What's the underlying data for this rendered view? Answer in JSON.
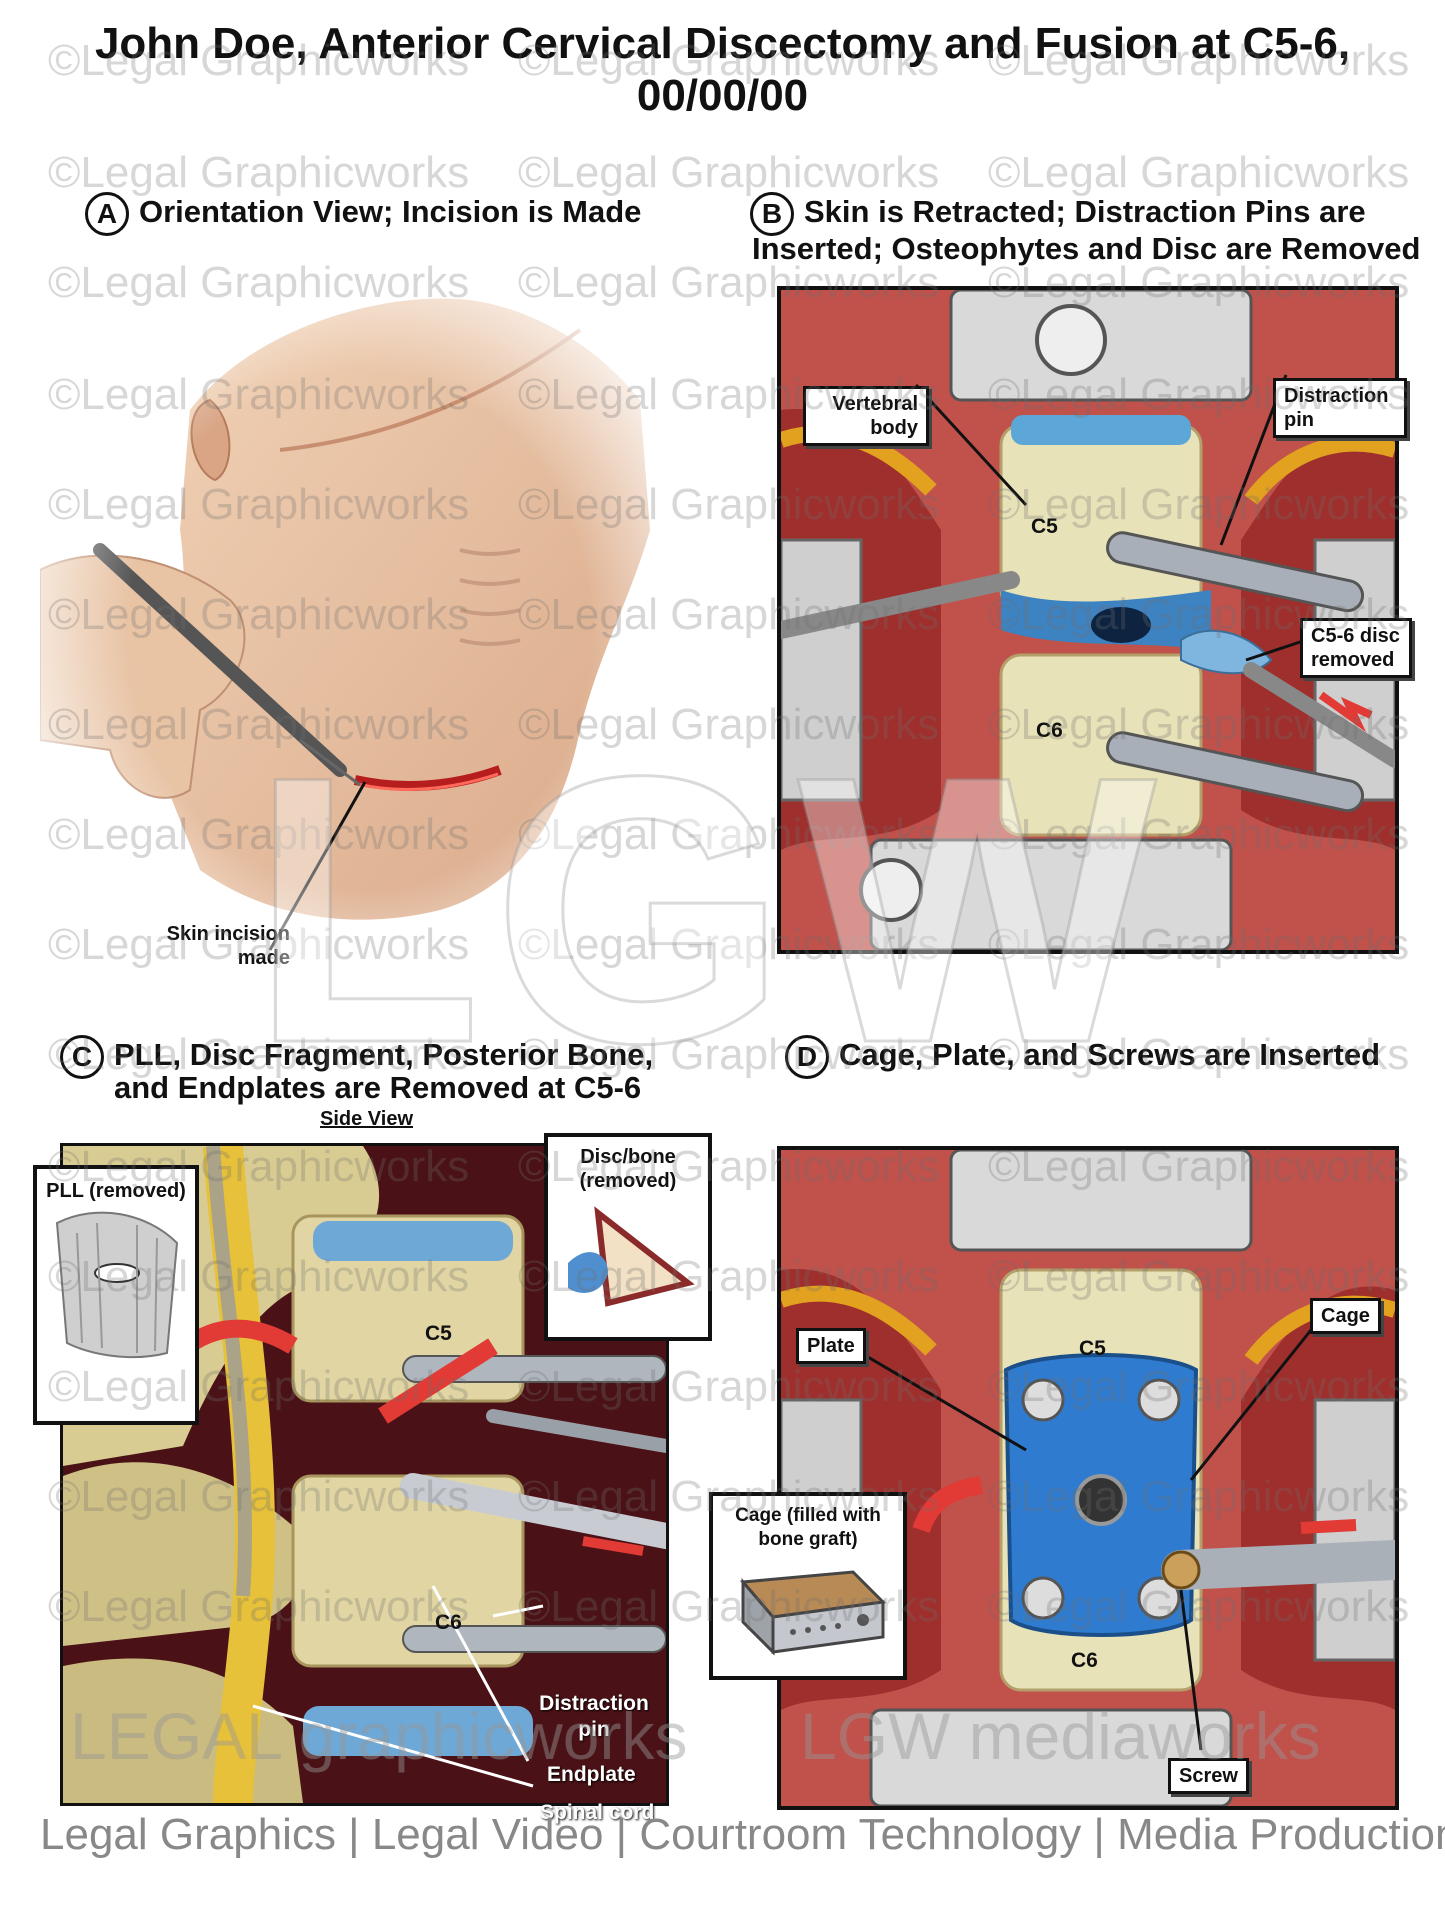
{
  "title": {
    "line1": "John Doe, Anterior Cervical Discectomy and Fusion at C5-6,",
    "line2": "00/00/00"
  },
  "watermark": {
    "text": "©Legal Graphicworks",
    "big": "LGW",
    "logo_left": "LEGAL graphicworks",
    "logo_right": "LGW mediaworks"
  },
  "panels": {
    "a": {
      "letter": "A",
      "title": "Orientation View; Incision is Made",
      "labels": {
        "skin_incision": "Skin incision made"
      }
    },
    "b": {
      "letter": "B",
      "title_line1": "Skin is Retracted; Distraction Pins are",
      "title_line2": "Inserted; Osteophytes and Disc are Removed",
      "labels": {
        "vertebral_body": "Vertebral body",
        "distraction_pin": "Distraction pin",
        "c5": "C5",
        "c6": "C6",
        "disc_removed": "C5-6 disc removed"
      }
    },
    "c": {
      "letter": "C",
      "title_line1": "PLL, Disc Fragment, Posterior Bone,",
      "title_line2": "and Endplates are Removed at C5-6",
      "subtitle": "Side View",
      "labels": {
        "pll_removed": "PLL (removed)",
        "disc_bone_removed": "Disc/bone (removed)",
        "c5": "C5",
        "c6": "C6",
        "distraction_pin": "Distraction pin",
        "endplate": "Endplate",
        "spinal_cord": "Spinal cord"
      }
    },
    "d": {
      "letter": "D",
      "title": "Cage, Plate, and Screws are Inserted",
      "labels": {
        "plate": "Plate",
        "cage": "Cage",
        "c5": "C5",
        "c6": "C6",
        "cage_filled": "Cage (filled with bone graft)",
        "screw": "Screw"
      }
    }
  },
  "footer": "Legal Graphics | Legal Video | Courtroom Technology | Media Production"
}
